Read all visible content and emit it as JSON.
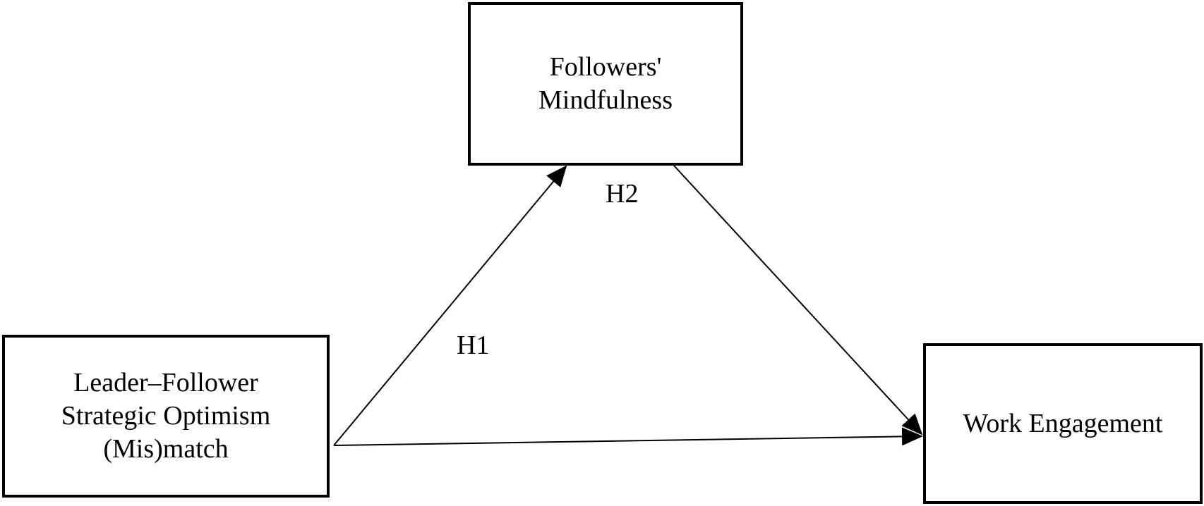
{
  "nodes": {
    "mediator": {
      "lines": [
        "Followers'",
        "Mindfulness"
      ]
    },
    "predictor": {
      "lines": [
        "Leader–Follower",
        "Strategic Optimism",
        "(Mis)match"
      ]
    },
    "outcome": {
      "lines": [
        "Work Engagement"
      ]
    }
  },
  "paths": [
    {
      "from": "predictor",
      "to": "mediator",
      "label": "H1"
    },
    {
      "from": "mediator",
      "to": "outcome",
      "label": "H2"
    },
    {
      "from": "predictor",
      "to": "outcome",
      "label": ""
    }
  ],
  "colors": {
    "stroke": "#000000",
    "background": "#ffffff"
  }
}
